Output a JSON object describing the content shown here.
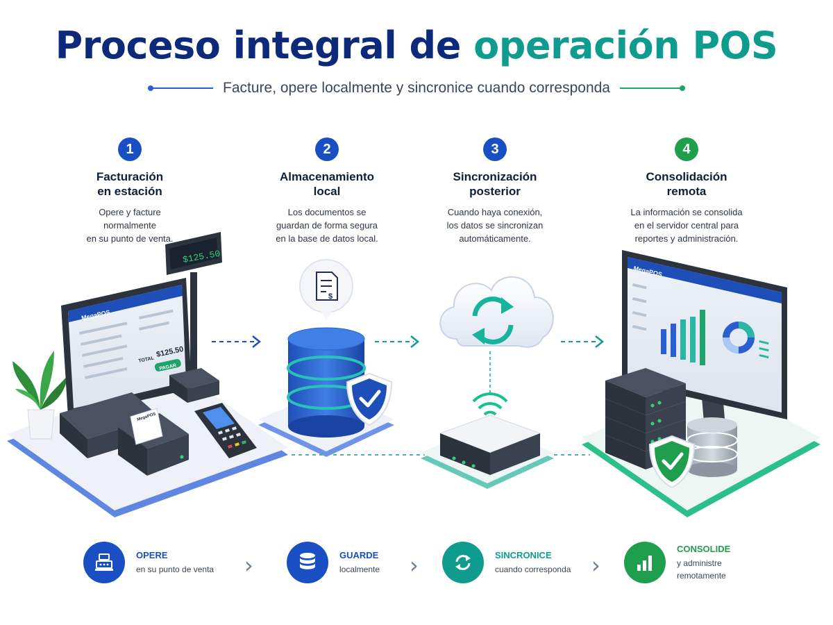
{
  "title": {
    "main": "Proceso integral de ",
    "accent": "operación POS"
  },
  "subtitle": "Facture, opere localmente y sincronice cuando corresponda",
  "colors": {
    "navy": "#0d2a7a",
    "teal": "#0f9c8e",
    "blue": "#1a4fc4",
    "green": "#1fa36b"
  },
  "steps": [
    {
      "number": "1",
      "title": "Facturación\nen estación",
      "text": "Opere y facture\nnormalmente\nen su punto de venta.",
      "color": "#1a4fc4"
    },
    {
      "number": "2",
      "title": "Almacenamiento\nlocal",
      "text": "Los documentos se\nguardan de forma segura\nen la base de datos local.",
      "color": "#1a4fc4"
    },
    {
      "number": "3",
      "title": "Sincronización\nposterior",
      "text": "Cuando haya conexión,\nlos datos se sincronizan\nautomáticamente.",
      "color": "#1a4fc4"
    },
    {
      "number": "4",
      "title": "Consolidación\nremota",
      "text": "La información se consolida\nen el servidor central para\nreportes y administración.",
      "color": "#1f9e4e"
    }
  ],
  "illustration": {
    "pole_display_amount": "$125.50",
    "pos_brand": "MegaPOS",
    "pos_total_label": "TOTAL",
    "pos_total_amount": "$125.50",
    "pos_pay_button": "PAGAR",
    "receipt_brand": "MegaPOS",
    "server_brand": "MegaPOS"
  },
  "bottom": [
    {
      "title": "OPERE",
      "text": "en su punto de venta",
      "icon": "cash-register-icon",
      "color": "#1a4fc4"
    },
    {
      "title": "GUARDE",
      "text": "localmente",
      "icon": "database-icon",
      "color": "#1a4fc4"
    },
    {
      "title": "SINCRONICE",
      "text": "cuando corresponda",
      "icon": "sync-icon",
      "color": "#0f9c8e"
    },
    {
      "title": "CONSOLIDE",
      "text": "y administre\nremotamente",
      "icon": "bar-chart-icon",
      "color": "#1f9e4e"
    }
  ]
}
